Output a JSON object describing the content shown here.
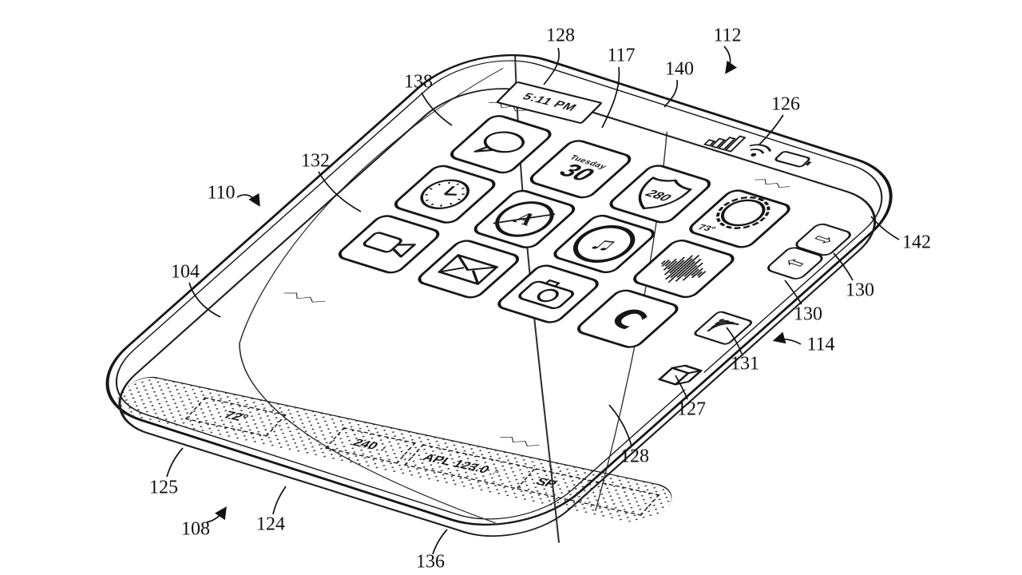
{
  "figure": {
    "kind": "patent-line-drawing",
    "subject": "all-glass electronic device with wrap-around display",
    "colors": {
      "ink": "#161616",
      "paper": "#ffffff"
    }
  },
  "screen": {
    "status_time": "5:11 PM",
    "status_icons": [
      "signal-bars",
      "wifi",
      "battery"
    ],
    "calendar": {
      "weekday": "Tuesday",
      "day": "30"
    },
    "maps_route": "280",
    "weather_temp": "73°",
    "compass_glyph": "A",
    "music_glyph": "♫",
    "phone_glyph": "C",
    "app_icons": [
      "messages",
      "calendar",
      "maps",
      "weather",
      "clock",
      "compass",
      "music",
      "voice-memo",
      "video-camera",
      "mail",
      "camera",
      "phone"
    ]
  },
  "side_display": {
    "temp": "72°",
    "channel": "240",
    "down_arrow": "↓",
    "ticker": "APL 123.0",
    "up_arrow": "↑",
    "ticker_symbol": "SP"
  },
  "side_controls": {
    "forward_arrow": "⇨",
    "back_arrow": "⇦",
    "icons": [
      "wifi-fan",
      "box"
    ]
  },
  "labels": [
    {
      "id": "128-top",
      "text": "128"
    },
    {
      "id": "117",
      "text": "117"
    },
    {
      "id": "140",
      "text": "140"
    },
    {
      "id": "112",
      "text": "112"
    },
    {
      "id": "126",
      "text": "126"
    },
    {
      "id": "138",
      "text": "138"
    },
    {
      "id": "132",
      "text": "132"
    },
    {
      "id": "110",
      "text": "110"
    },
    {
      "id": "104",
      "text": "104"
    },
    {
      "id": "142",
      "text": "142"
    },
    {
      "id": "130-upper",
      "text": "130"
    },
    {
      "id": "130-lower",
      "text": "130"
    },
    {
      "id": "114",
      "text": "114"
    },
    {
      "id": "131",
      "text": "131"
    },
    {
      "id": "127",
      "text": "127"
    },
    {
      "id": "128-bottom",
      "text": "128"
    },
    {
      "id": "125",
      "text": "125"
    },
    {
      "id": "124",
      "text": "124"
    },
    {
      "id": "108",
      "text": "108"
    },
    {
      "id": "136",
      "text": "136"
    }
  ]
}
